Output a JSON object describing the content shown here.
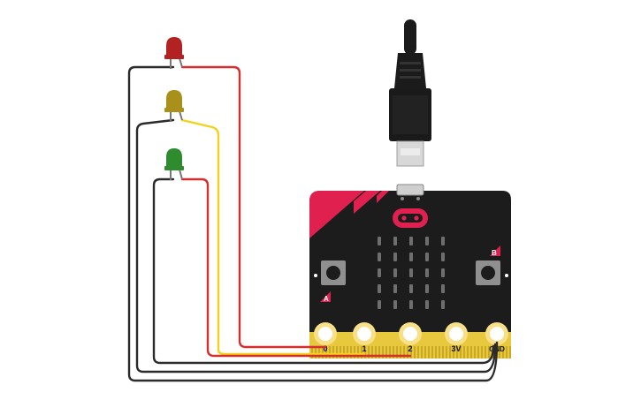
{
  "board": {
    "pins": [
      {
        "label": "0"
      },
      {
        "label": "1"
      },
      {
        "label": "2"
      },
      {
        "label": "3V"
      },
      {
        "label": "GND"
      }
    ],
    "button_a_label": "A",
    "button_b_label": "B"
  },
  "leds": [
    {
      "name": "red",
      "color": "#b22222"
    },
    {
      "name": "yellow",
      "color": "#a8901a"
    },
    {
      "name": "green",
      "color": "#2e8b2e"
    }
  ],
  "wires": {
    "ground_color": "#2b2b2b",
    "red_color": "#d32f2f",
    "yellow_color": "#f2d21a"
  }
}
